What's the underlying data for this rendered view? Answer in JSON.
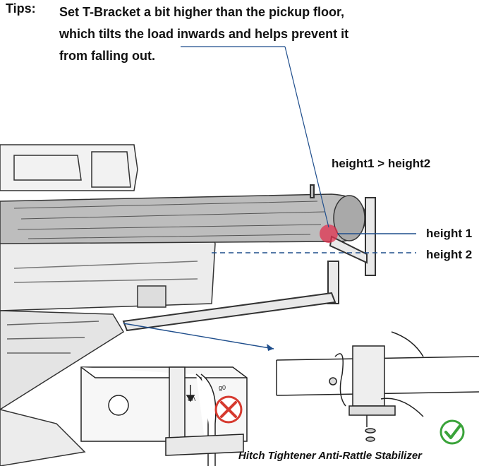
{
  "tips": {
    "label": "Tips:",
    "lines": [
      "Set T-Bracket a bit higher than the pickup floor,",
      "which tilts the load inwards and helps prevent it",
      "from falling out."
    ]
  },
  "labels": {
    "comparison": "height1 > height2",
    "height1": "height 1",
    "height2": "height 2"
  },
  "inset_text": {
    "sticker_a": "ƐΛ",
    "sticker_b": "ɡ0"
  },
  "caption": "Hitch Tightener Anti-Rattle Stabilizer",
  "icons": {
    "wrong": "x-in-circle-icon",
    "right": "check-in-circle-icon"
  },
  "colors": {
    "pointer_line": "#1f4e8c",
    "height_marker": "#e0314f",
    "wrong": "#d63a2f",
    "right": "#3aa33a"
  }
}
